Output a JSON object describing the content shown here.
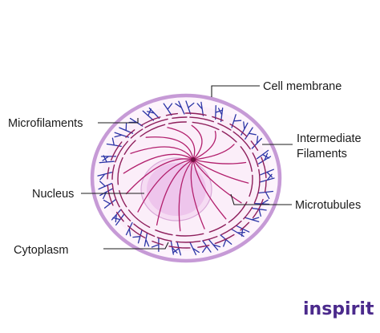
{
  "labels": {
    "cell_membrane": "Cell membrane",
    "microfilaments": "Microfilaments",
    "intermediate_line1": "Intermediate",
    "intermediate_line2": "Filaments",
    "nucleus": "Nucleus",
    "microtubules": "Microtubules",
    "cytoplasm": "Cytoplasm"
  },
  "brand": {
    "text": "inspirit"
  },
  "colors": {
    "membrane": "#c69ad6",
    "cytoplasm": "#fbeef9",
    "nucleus": "#eec5ec",
    "microfilament": "#2b34a6",
    "intermediate_filament": "#8e1f5c",
    "microtubule": "#b21f6d",
    "brand": "#4b2a8c"
  }
}
